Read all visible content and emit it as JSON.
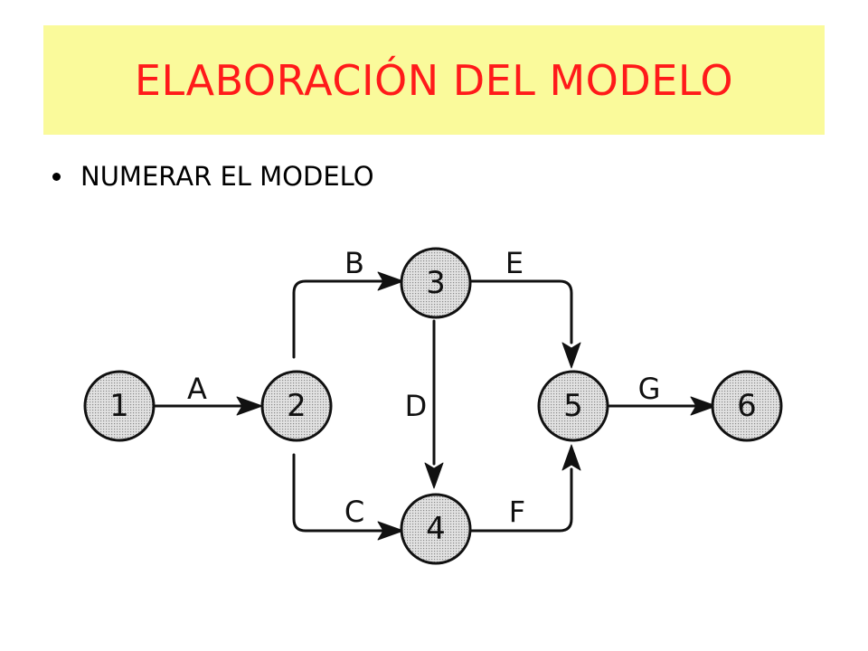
{
  "slide": {
    "title": "ELABORACIÓN DEL MODELO",
    "bullet": "NUMERAR EL MODELO"
  },
  "colors": {
    "title_bg": "#fafa9b",
    "title_text": "#ff1a1a",
    "node_fill": "#d4d4d4",
    "stroke": "#111111"
  },
  "diagram": {
    "nodes": [
      {
        "id": "1",
        "label": "1"
      },
      {
        "id": "2",
        "label": "2"
      },
      {
        "id": "3",
        "label": "3"
      },
      {
        "id": "4",
        "label": "4"
      },
      {
        "id": "5",
        "label": "5"
      },
      {
        "id": "6",
        "label": "6"
      }
    ],
    "edges": [
      {
        "from": "1",
        "to": "2",
        "label": "A"
      },
      {
        "from": "2",
        "to": "3",
        "label": "B"
      },
      {
        "from": "2",
        "to": "4",
        "label": "C"
      },
      {
        "from": "3",
        "to": "4",
        "label": "D"
      },
      {
        "from": "3",
        "to": "5",
        "label": "E"
      },
      {
        "from": "4",
        "to": "5",
        "label": "F"
      },
      {
        "from": "5",
        "to": "6",
        "label": "G"
      }
    ]
  }
}
